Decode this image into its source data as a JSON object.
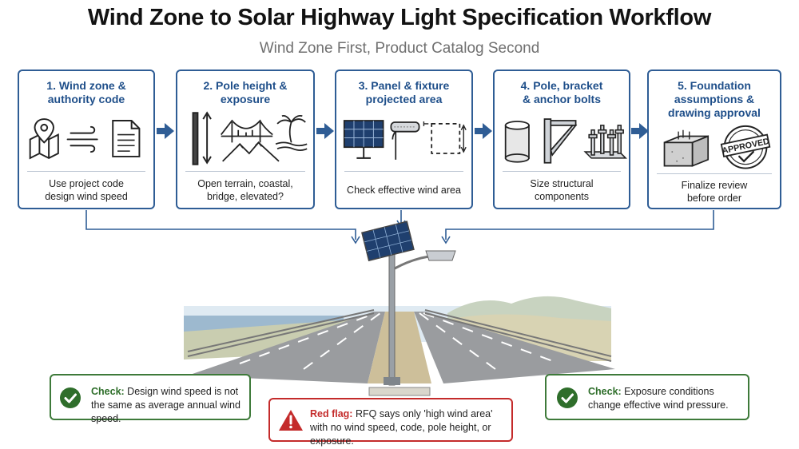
{
  "title": "Wind Zone to Solar Highway Light Specification Workflow",
  "subtitle": "Wind Zone First, Product Catalog Second",
  "steps": [
    {
      "title": "1. Wind zone & authority code",
      "description": "Use project code design wind speed",
      "icons": [
        "map-pin-icon",
        "wind-icon",
        "document-icon"
      ]
    },
    {
      "title": "2. Pole height & exposure",
      "description": "Open terrain, coastal, bridge, elevated?",
      "icons": [
        "height-measure-icon",
        "bridge-icon",
        "palm-tree-icon",
        "mountain-icon"
      ]
    },
    {
      "title": "3. Panel & fixture projected area",
      "description": "Check effective wind area",
      "icons": [
        "solar-panel-icon",
        "street-light-fixture-icon",
        "projected-area-icon"
      ]
    },
    {
      "title": "4. Pole, bracket & anchor bolts",
      "description": "Size structural components",
      "icons": [
        "pole-section-icon",
        "bracket-icon",
        "anchor-bolts-icon"
      ]
    },
    {
      "title": "5. Foundation assumptions & drawing approval",
      "description": "Finalize review before order",
      "icons": [
        "concrete-foundation-icon",
        "approved-stamp-icon"
      ]
    }
  ],
  "stamp_text": "APPROVED",
  "callouts": {
    "check_left": {
      "label": "Check:",
      "text": "Design wind speed is not the same as average annual wind speed."
    },
    "red_flag": {
      "label": "Red flag:",
      "text": "RFQ says only 'high wind area' with no wind speed, code, pole height, or exposure."
    },
    "check_right": {
      "label": "Check:",
      "text": "Exposure conditions change effective wind pressure."
    }
  },
  "colors": {
    "blue": "#2f5d95",
    "green": "#3e7a3a",
    "red": "#c42b2b"
  }
}
